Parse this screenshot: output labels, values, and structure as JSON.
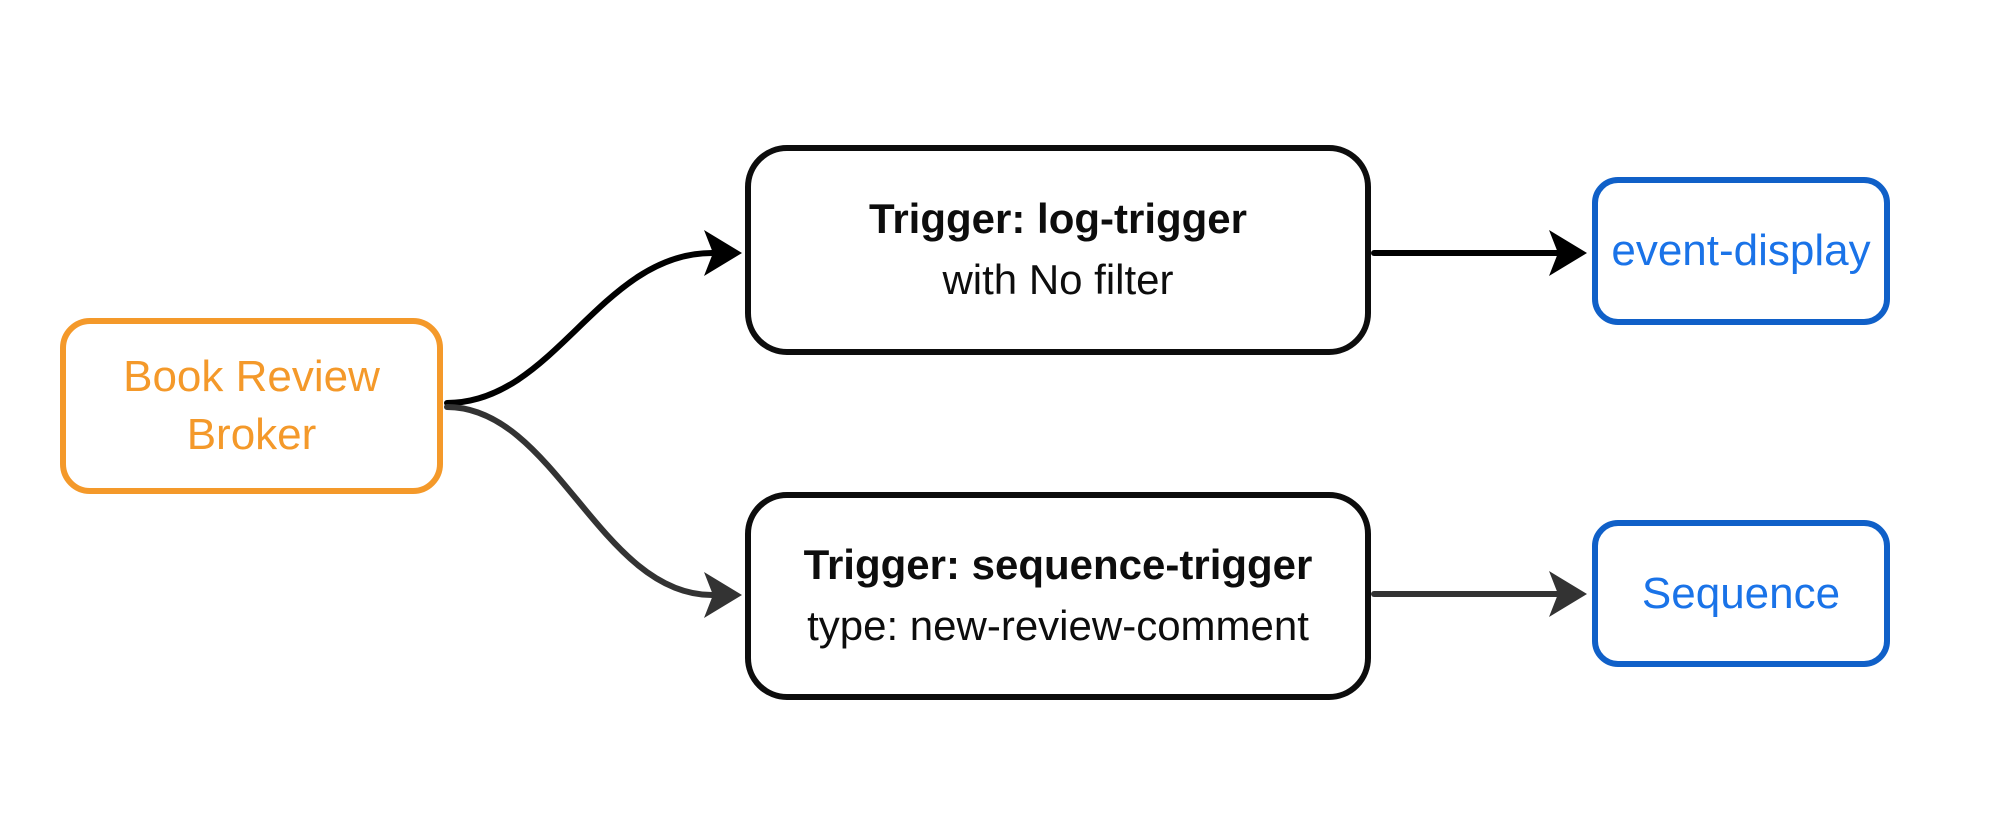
{
  "diagram": {
    "nodes": {
      "broker": {
        "label": "Book Review Broker"
      },
      "log_trigger": {
        "title": "Trigger: log-trigger",
        "subtitle": "with No filter"
      },
      "sequence_trigger": {
        "title": "Trigger: sequence-trigger",
        "subtitle": "type: new-review-comment"
      },
      "event_display": {
        "label": "event-display"
      },
      "sequence": {
        "label": "Sequence"
      }
    },
    "edges": [
      {
        "from": "broker",
        "to": "log_trigger",
        "color": "#000000"
      },
      {
        "from": "broker",
        "to": "sequence_trigger",
        "color": "#333333"
      },
      {
        "from": "log_trigger",
        "to": "event_display",
        "color": "#000000"
      },
      {
        "from": "sequence_trigger",
        "to": "sequence",
        "color": "#333333"
      }
    ],
    "colors": {
      "background": "#ffffff",
      "broker_accent": "#F4992A",
      "trigger_border": "#0d0d0d",
      "sink_border": "#1060C8",
      "sink_text": "#1A73E8",
      "edge_primary": "#000000",
      "edge_secondary": "#333333"
    }
  }
}
